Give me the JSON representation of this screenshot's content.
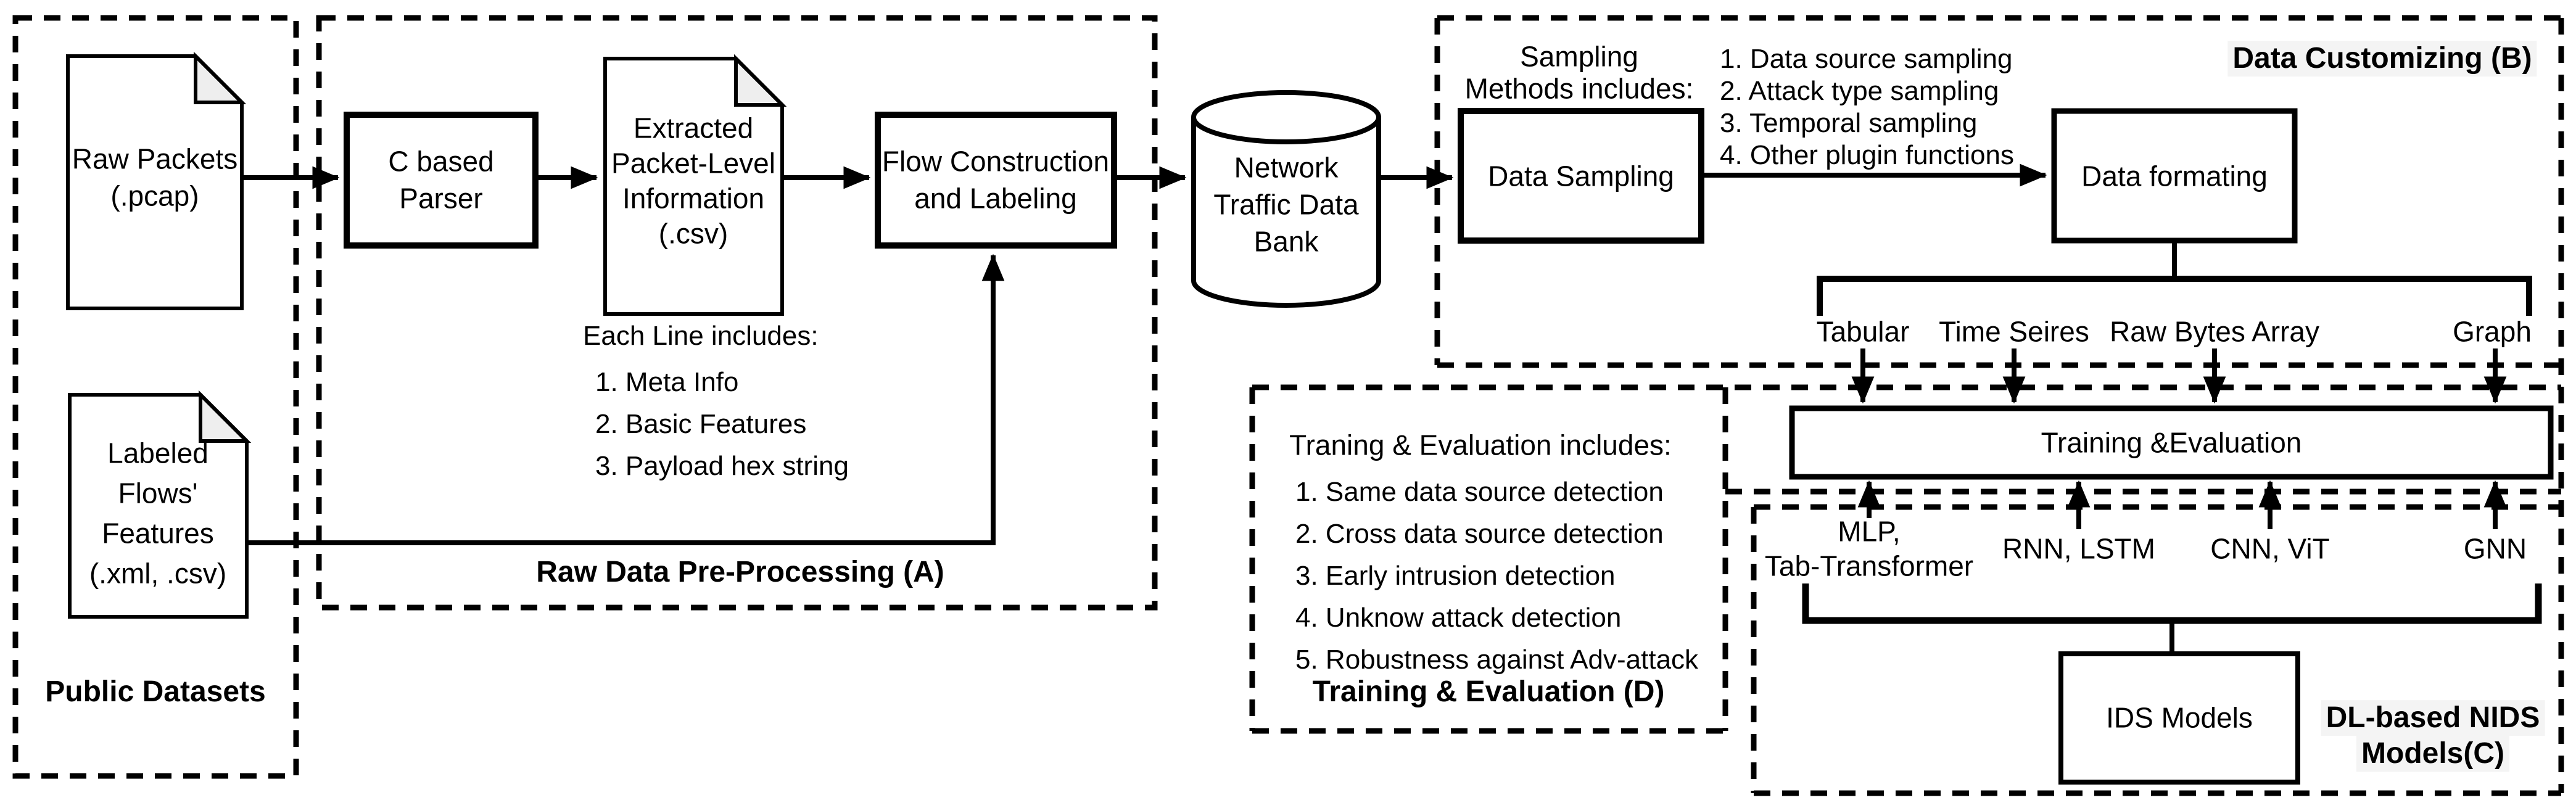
{
  "regions": {
    "public_datasets": {
      "label": "Public Datasets"
    },
    "raw_preprocessing": {
      "label": "Raw Data Pre-Processing (A)"
    },
    "data_customizing": {
      "label": "Data Customizing (B)"
    },
    "training_evaluation": {
      "label": "Training & Evaluation (D)"
    },
    "nids_models": {
      "label_line1": "DL-based NIDS",
      "label_line2": "Models(C)"
    }
  },
  "nodes": {
    "raw_packets": {
      "line1": "Raw Packets",
      "line2": "(.pcap)"
    },
    "labeled_flows": {
      "line1": "Labeled",
      "line2": "Flows'",
      "line3": "Features",
      "line4": "(.xml, .csv)"
    },
    "c_parser": {
      "line1": "C based",
      "line2": "Parser"
    },
    "extracted_info": {
      "line1": "Extracted",
      "line2": "Packet-Level",
      "line3": "Information",
      "line4": "(.csv)"
    },
    "flow_construction": {
      "line1": "Flow Construction",
      "line2": "and Labeling"
    },
    "data_bank": {
      "line1": "Network",
      "line2": "Traffic Data",
      "line3": "Bank"
    },
    "data_sampling": {
      "label": "Data Sampling"
    },
    "data_formating": {
      "label": "Data formating"
    },
    "training_evaluation_bar": {
      "label": "Training &Evaluation"
    },
    "ids_models": {
      "label": "IDS Models"
    }
  },
  "annotations": {
    "each_line": {
      "header": "Each Line includes:",
      "items": [
        "1. Meta Info",
        "2. Basic Features",
        "3. Payload hex string"
      ]
    },
    "sampling_methods": {
      "header_line1": "Sampling",
      "header_line2": "Methods includes:",
      "items": [
        "1. Data source sampling",
        "2. Attack type sampling",
        "3. Temporal sampling",
        "4. Other plugin functions"
      ]
    },
    "training_includes": {
      "header": "Traning & Evaluation includes:",
      "items": [
        "1. Same data source detection",
        "2. Cross data source detection",
        "3. Early intrusion detection",
        "4. Unknow attack detection",
        "5. Robustness against Adv-attack"
      ]
    }
  },
  "format_labels": [
    "Tabular",
    "Time Seires",
    "Raw Bytes Array",
    "Graph"
  ],
  "model_labels": {
    "mlp_line1": "MLP,",
    "mlp_line2": "Tab-Transformer",
    "rnn": "RNN, LSTM",
    "cnn": "CNN, ViT",
    "gnn": "GNN"
  },
  "colors": {
    "stroke": "#000000",
    "background": "#ffffff",
    "fold_fill": "#eeeeee",
    "label_bg": "#f4f4f4"
  }
}
